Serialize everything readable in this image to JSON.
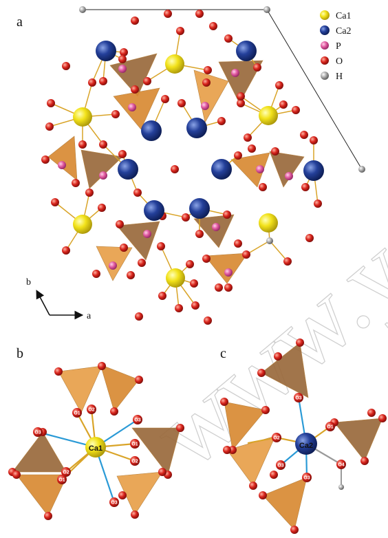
{
  "panels": [
    {
      "id": "a",
      "label": "a"
    },
    {
      "id": "b",
      "label": "b"
    },
    {
      "id": "c",
      "label": "c"
    }
  ],
  "legend": [
    {
      "key": "ca1",
      "label": "Ca1",
      "color": "#f2e21a"
    },
    {
      "key": "ca2",
      "label": "Ca2",
      "color": "#24409a"
    },
    {
      "key": "p",
      "label": "P",
      "color": "#e0589e"
    },
    {
      "key": "o",
      "label": "O",
      "color": "#d8241c"
    },
    {
      "key": "h",
      "label": "H",
      "color": "#9a9a9a"
    }
  ],
  "axes": {
    "b_label": "b",
    "a_label": "a"
  },
  "panel_b": {
    "center_label": "Ca1",
    "oxygen_labels": [
      "O1",
      "O2",
      "O3",
      "O3",
      "O2",
      "O1",
      "O1",
      "O2",
      "O3"
    ]
  },
  "panel_c": {
    "center_label": "Ca2",
    "oxygen_labels": [
      "O3",
      "O2",
      "O1",
      "O4",
      "O3",
      "O3"
    ]
  },
  "watermark": "www.ysk",
  "colors": {
    "bond": "#d9a428",
    "coordination_bond": "#2a9ad6",
    "tetra_light": "#e8a04a",
    "tetra_mid": "#d98a34",
    "tetra_dark": "#9a6a3c"
  }
}
